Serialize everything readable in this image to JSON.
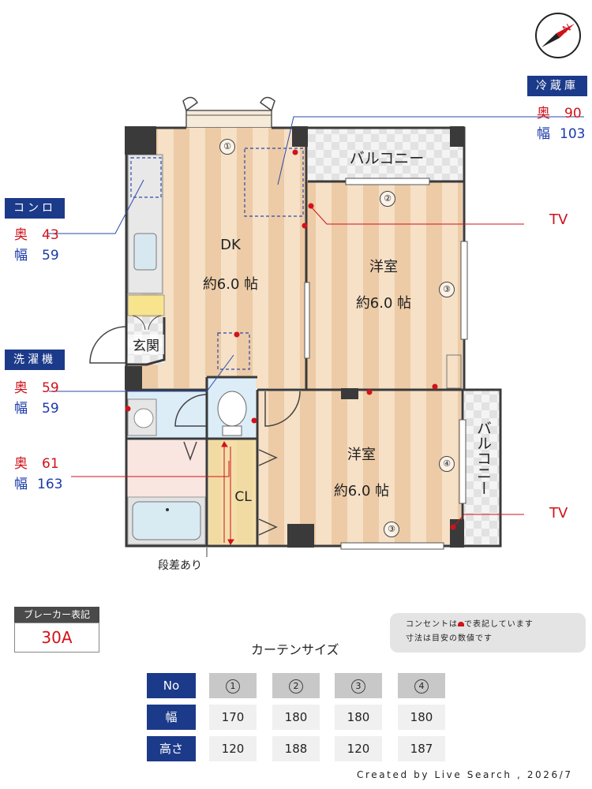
{
  "rooms": {
    "dk": {
      "name": "DK",
      "size": "約6.0 帖"
    },
    "youshitsu1": {
      "name": "洋室",
      "size": "約6.0 帖"
    },
    "youshitsu2": {
      "name": "洋室",
      "size": "約6.0 帖"
    },
    "balcony_top": "バルコニー",
    "balcony_right": "バルコニー",
    "genkan": "玄関",
    "closet": "CL"
  },
  "callouts": {
    "konro": {
      "title": "コンロ",
      "depth_label": "奥",
      "depth": "43",
      "width_label": "幅",
      "width": "59"
    },
    "washer": {
      "title": "洗濯機",
      "depth_label": "奥",
      "depth": "59",
      "width_label": "幅",
      "width": "59"
    },
    "fridge": {
      "title": "冷蔵庫",
      "depth_label": "奥",
      "depth": "90",
      "width_label": "幅",
      "width": "103"
    },
    "bath": {
      "depth_label": "奥",
      "depth": "61",
      "width_label": "幅",
      "width": "163"
    }
  },
  "tv_labels": [
    "TV",
    "TV"
  ],
  "window_markers": [
    "①",
    "②",
    "③",
    "③",
    "④"
  ],
  "step_note": "段差あり",
  "breaker": {
    "title": "ブレーカー表記",
    "value": "30A"
  },
  "note": {
    "line1_pre": "コンセントは",
    "line1_post": "で表記しています",
    "line2": "寸法は目安の数値です"
  },
  "curtain": {
    "title": "カーテンサイズ",
    "row_labels": [
      "No",
      "幅",
      "高さ"
    ],
    "numbers": [
      "1",
      "2",
      "3",
      "4"
    ],
    "widths": [
      "170",
      "180",
      "180",
      "180"
    ],
    "heights": [
      "120",
      "188",
      "120",
      "187"
    ]
  },
  "credit": "Created by Live Search , 2026/7",
  "colors": {
    "accent_blue": "#1c3a8a",
    "red": "#d0121b",
    "floor": "#f5dcc0"
  }
}
